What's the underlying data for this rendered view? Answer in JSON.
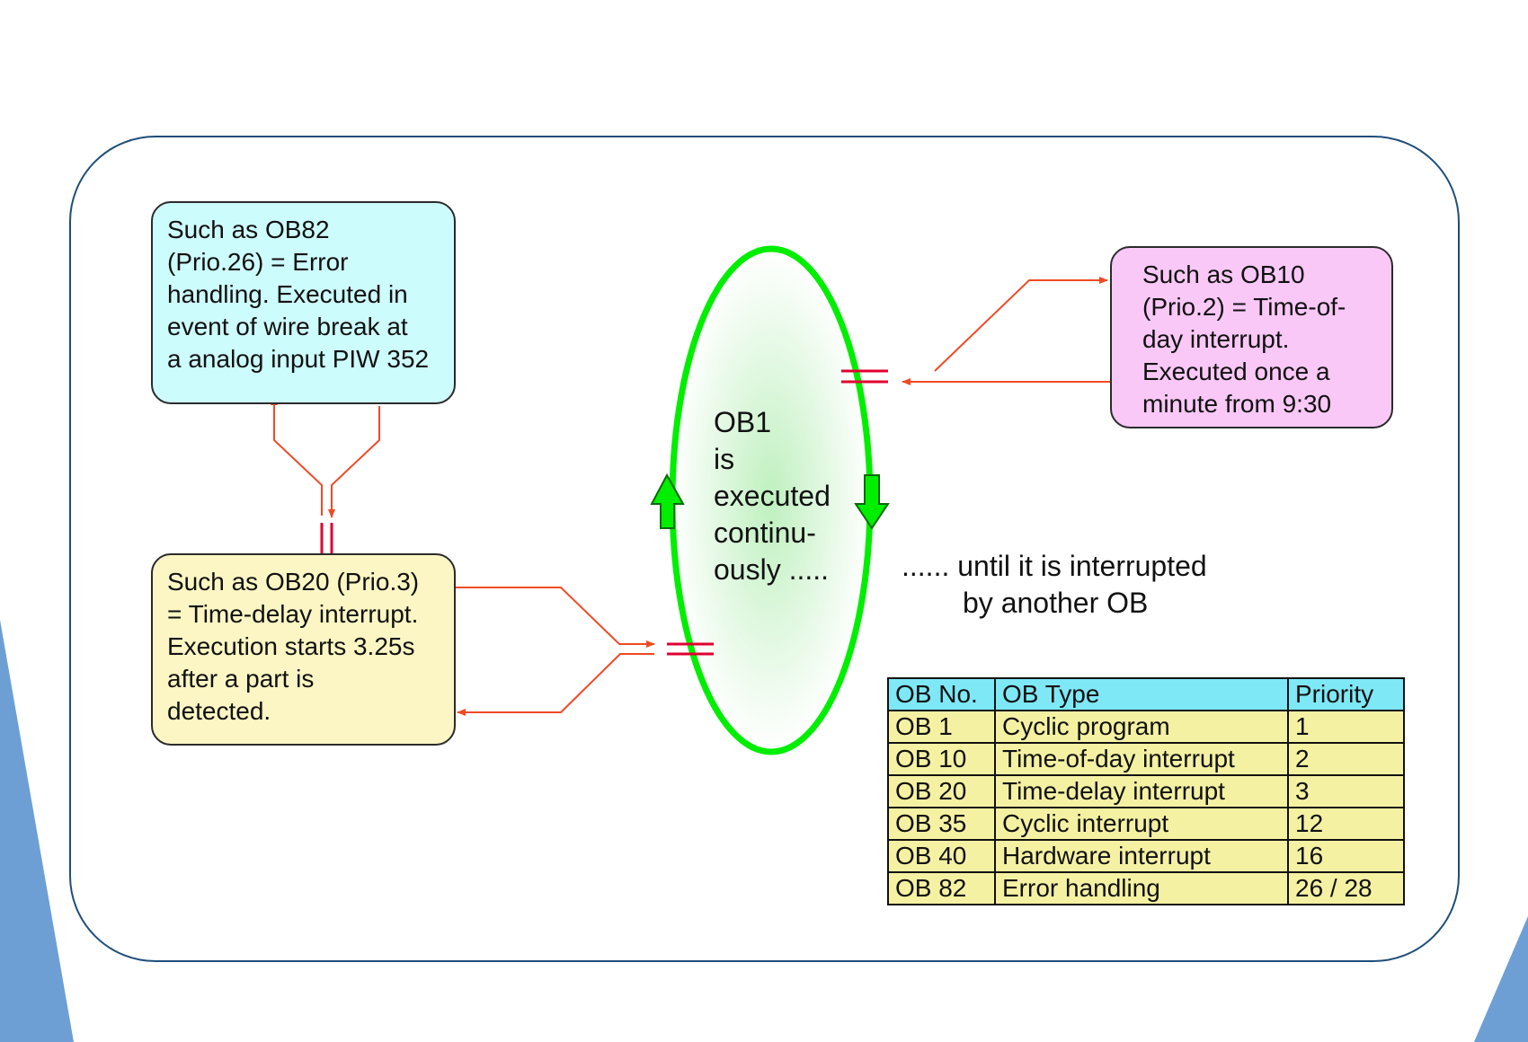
{
  "boxes": {
    "ob82": [
      "Such as OB82",
      "(Prio.26) = Error",
      "handling. Executed in",
      "event of wire break at",
      "a analog input PIW 352"
    ],
    "ob20": [
      "Such as OB20 (Prio.3)",
      "= Time-delay interrupt.",
      "Execution starts 3.25s",
      "after a part is",
      "detected."
    ],
    "ob10": [
      "Such as OB10",
      "(Prio.2) = Time-of-",
      "day interrupt.",
      "Executed once a",
      "minute from 9:30"
    ]
  },
  "cycle": {
    "label_lines": [
      "OB1",
      "is",
      "executed",
      "continu-",
      "ously ....."
    ],
    "ring_color": "#00ee00"
  },
  "interrupt_note": [
    "...... until it is interrupted",
    "by another OB"
  ],
  "table": {
    "headers": [
      "OB No.",
      "OB Type",
      "Priority"
    ],
    "rows": [
      [
        "OB 1",
        "Cyclic program",
        "1"
      ],
      [
        "OB 10",
        "Time-of-day interrupt",
        "2"
      ],
      [
        "OB 20",
        "Time-delay interrupt",
        "3"
      ],
      [
        "OB 35",
        "Cyclic interrupt",
        "12"
      ],
      [
        "OB 40",
        "Hardware interrupt",
        "16"
      ],
      [
        "OB 82",
        "Error handling",
        "26 / 28"
      ]
    ]
  },
  "colors": {
    "arrow": "#f04a24",
    "break_mark": "#e00030",
    "frame": "#1f4e79",
    "corner": "#6d9fd4",
    "ob82_fill": "#cdfcfd",
    "ob20_fill": "#fbf6c3",
    "ob10_fill": "#f9c8f7",
    "table_header": "#7ee8f6",
    "table_body": "#f5f1a3"
  }
}
